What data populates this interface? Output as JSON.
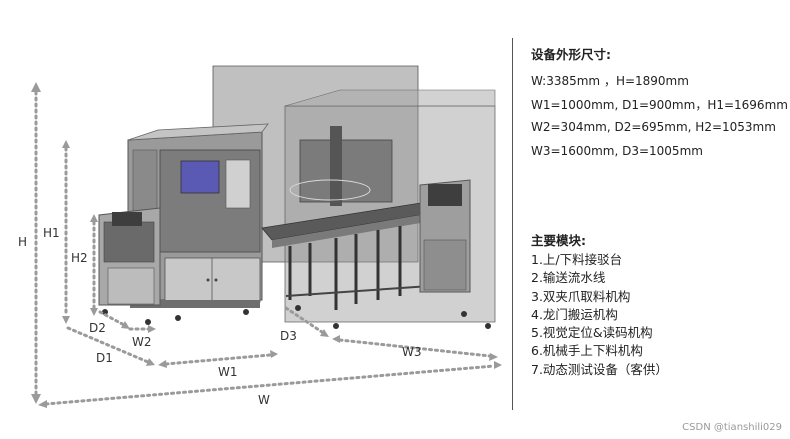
{
  "dimensions": {
    "H": "H",
    "H1": "H1",
    "H2": "H2",
    "D1": "D1",
    "D2": "D2",
    "D3": "D3",
    "W": "W",
    "W1": "W1",
    "W2": "W2",
    "W3": "W3"
  },
  "specs": {
    "heading": "设备外形尺寸:",
    "lines": [
      "W:3385mm ，H=1890mm",
      "W1=1000mm, D1=900mm，H1=1696mm",
      "W2=304mm, D2=695mm, H2=1053mm",
      "W3=1600mm, D3=1005mm"
    ]
  },
  "modules": {
    "heading": "主要模块:",
    "items": [
      "1.上/下料接驳台",
      "2.输送流水线",
      "3.双夹爪取料机构",
      "4.龙门搬运机构",
      "5.视觉定位&读码机构",
      "6.机械手上下料机构",
      "7.动态测试设备（客供）"
    ]
  },
  "watermark": "CSDN @tianshili029",
  "colors": {
    "dimension_line": "#9a9a9a",
    "machine_body": "#8f8f8f",
    "screen": "#5a5ab4",
    "enclosure": "#8c8c8c"
  }
}
